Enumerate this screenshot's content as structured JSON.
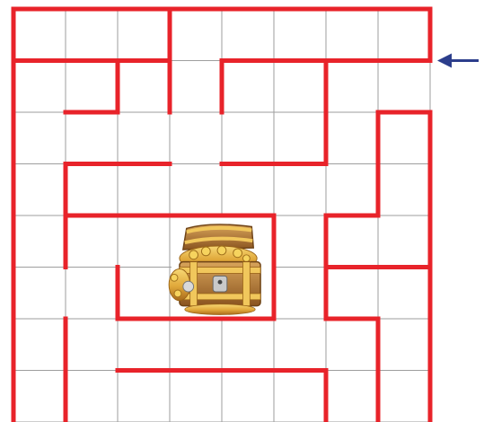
{
  "maze": {
    "rows": 8,
    "cols": 8,
    "grid_color": "#9e9e9e",
    "wall_color": "#e8232a",
    "arrow_color": "#2c3e8c",
    "entrance_arrow_icon": "left-arrow-icon",
    "goal_icon": "treasure-chest-icon",
    "entrance": {
      "row": 1,
      "side": "right"
    },
    "goal": {
      "row": 4,
      "col": 3,
      "row_span": 2,
      "col_span": 2
    },
    "walls": [
      {
        "from": [
          0,
          0
        ],
        "to": [
          8,
          0
        ]
      },
      {
        "from": [
          0,
          0
        ],
        "to": [
          0,
          8
        ]
      },
      {
        "from": [
          0,
          8
        ],
        "to": [
          1,
          8
        ]
      },
      {
        "from": [
          2,
          8
        ],
        "to": [
          8,
          8
        ]
      },
      {
        "from": [
          1,
          0
        ],
        "to": [
          1,
          3
        ]
      },
      {
        "from": [
          0,
          3
        ],
        "to": [
          2,
          3
        ]
      },
      {
        "from": [
          1,
          2
        ],
        "to": [
          2,
          2
        ]
      },
      {
        "from": [
          2,
          1
        ],
        "to": [
          2,
          2
        ]
      },
      {
        "from": [
          1,
          4
        ],
        "to": [
          1,
          8
        ]
      },
      {
        "from": [
          1,
          4
        ],
        "to": [
          2,
          4
        ]
      },
      {
        "from": [
          1,
          6
        ],
        "to": [
          3,
          6
        ]
      },
      {
        "from": [
          3,
          4
        ],
        "to": [
          3,
          6
        ]
      },
      {
        "from": [
          3,
          1
        ],
        "to": [
          3,
          3
        ]
      },
      {
        "from": [
          3,
          1
        ],
        "to": [
          5,
          1
        ]
      },
      {
        "from": [
          4,
          1
        ],
        "to": [
          4,
          5
        ]
      },
      {
        "from": [
          4,
          5
        ],
        "to": [
          6,
          5
        ]
      },
      {
        "from": [
          6,
          2
        ],
        "to": [
          6,
          5
        ]
      },
      {
        "from": [
          5,
          2
        ],
        "to": [
          6,
          2
        ]
      },
      {
        "from": [
          2,
          7
        ],
        "to": [
          2,
          8
        ]
      },
      {
        "from": [
          2,
          7
        ],
        "to": [
          4,
          7
        ]
      },
      {
        "from": [
          4,
          6
        ],
        "to": [
          4,
          7
        ]
      },
      {
        "from": [
          4,
          6
        ],
        "to": [
          6,
          6
        ]
      },
      {
        "from": [
          5,
          6
        ],
        "to": [
          5,
          8
        ]
      },
      {
        "from": [
          6,
          6
        ],
        "to": [
          6,
          7
        ]
      },
      {
        "from": [
          6,
          7
        ],
        "to": [
          8,
          7
        ]
      },
      {
        "from": [
          6,
          1
        ],
        "to": [
          8,
          1
        ]
      },
      {
        "from": [
          7,
          2
        ],
        "to": [
          7,
          6
        ]
      },
      {
        "from": [
          7,
          6
        ],
        "to": [
          8,
          6
        ]
      }
    ]
  }
}
